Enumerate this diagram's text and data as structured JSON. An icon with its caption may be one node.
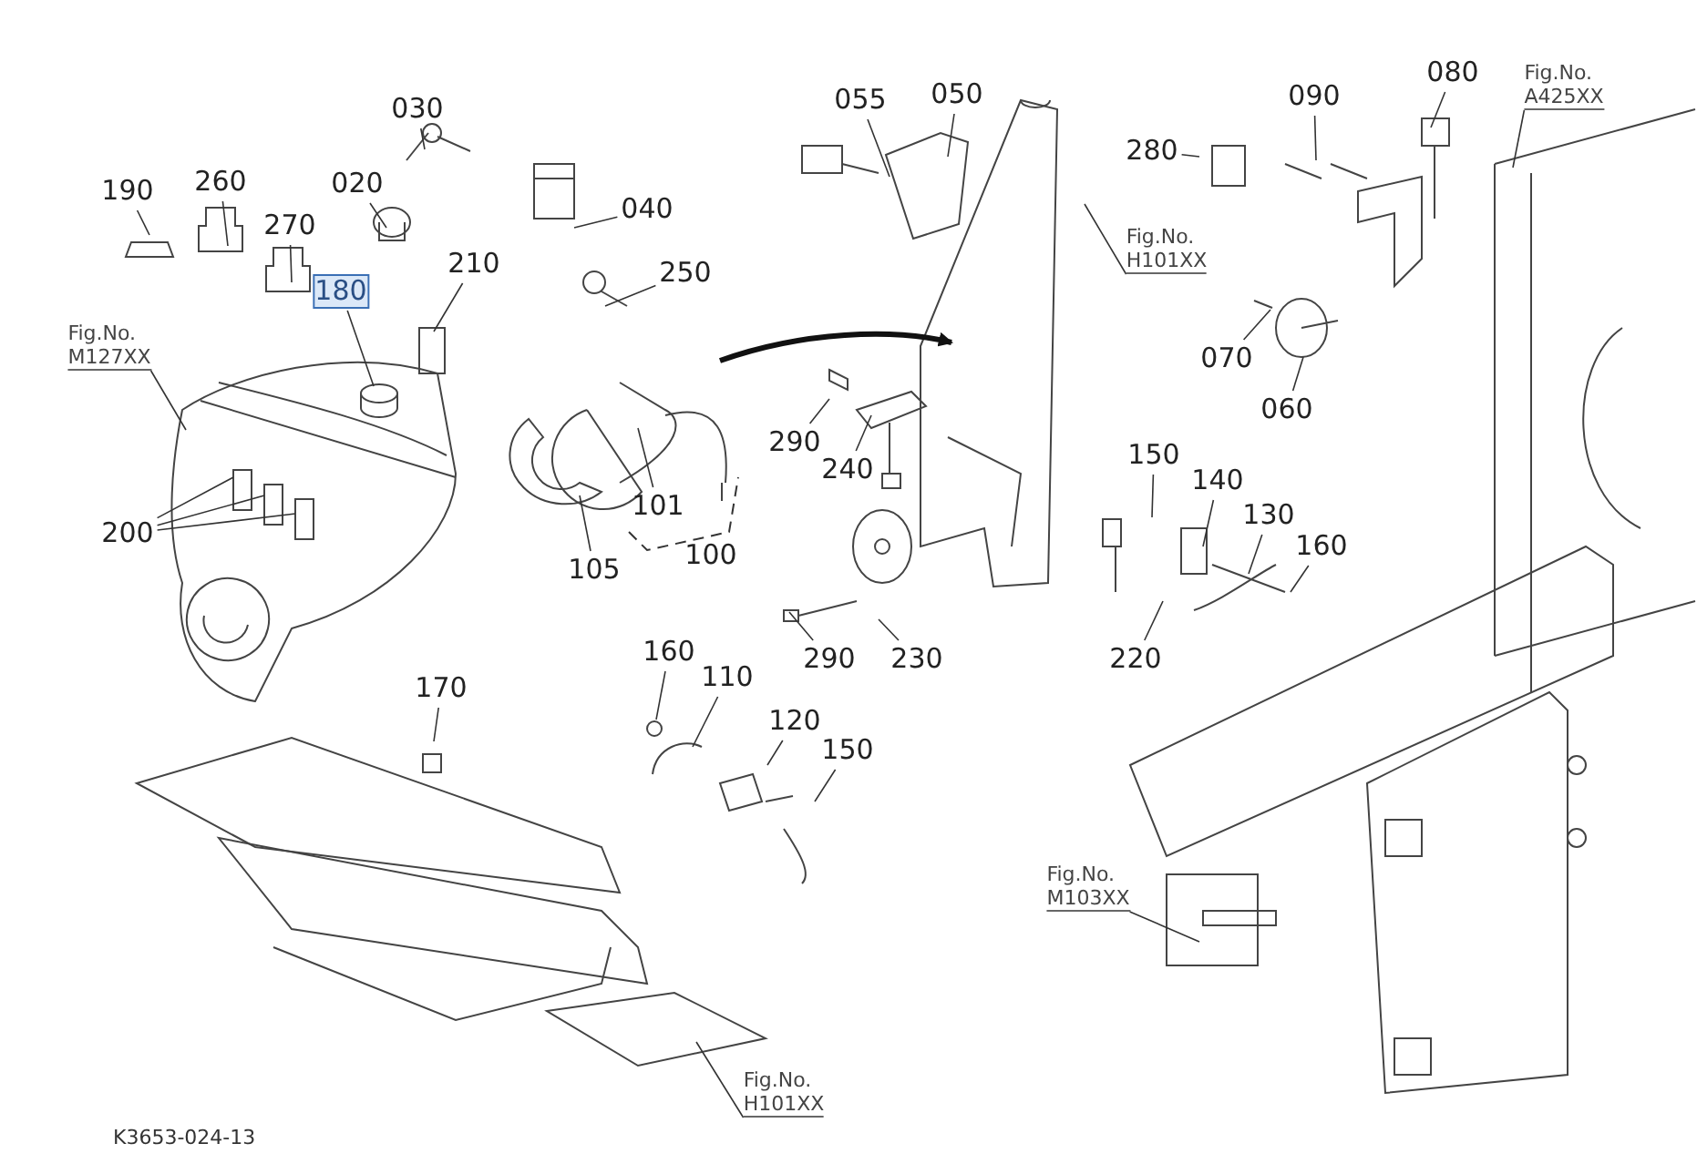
{
  "diagram": {
    "nodes": [
      {
        "text": [
          "030"
        ]
      },
      {
        "text": [
          "190"
        ]
      },
      {
        "text": [
          "260"
        ]
      },
      {
        "text": [
          "020"
        ]
      },
      {
        "text": [
          "270"
        ]
      },
      {
        "text": [
          "040"
        ]
      },
      {
        "text": [
          "180"
        ]
      },
      {
        "text": [
          "210"
        ]
      },
      {
        "text": [
          "250"
        ]
      },
      {
        "text": [
          "Fig.No. M127XX"
        ]
      },
      {
        "text": [
          "200"
        ]
      },
      {
        "text": [
          "101"
        ]
      },
      {
        "text": [
          "105"
        ]
      },
      {
        "text": [
          "100"
        ]
      },
      {
        "text": [
          "055"
        ]
      },
      {
        "text": [
          "050"
        ]
      },
      {
        "text": [
          "Fig.No. H101XX"
        ]
      },
      {
        "text": [
          "280"
        ]
      },
      {
        "text": [
          "090"
        ]
      },
      {
        "text": [
          "080"
        ]
      },
      {
        "text": [
          "Fig.No. A425XX"
        ]
      },
      {
        "text": [
          "070"
        ]
      },
      {
        "text": [
          "060"
        ]
      },
      {
        "text": [
          "290"
        ]
      },
      {
        "text": [
          "240"
        ]
      },
      {
        "text": [
          "150"
        ]
      },
      {
        "text": [
          "140"
        ]
      },
      {
        "text": [
          "130"
        ]
      },
      {
        "text": [
          "160"
        ]
      },
      {
        "text": [
          "220"
        ]
      },
      {
        "text": [
          "290"
        ]
      },
      {
        "text": [
          "230"
        ]
      },
      {
        "text": [
          "160"
        ]
      },
      {
        "text": [
          "110"
        ]
      },
      {
        "text": [
          "170"
        ]
      },
      {
        "text": [
          "120"
        ]
      },
      {
        "text": [
          "150"
        ]
      },
      {
        "text": [
          "Fig.No. M103XX"
        ]
      },
      {
        "text": [
          "Fig.No. H101XX"
        ]
      }
    ],
    "edges": [
      {
        "from": 0,
        "to": null,
        "arrow": "none"
      },
      {
        "from": 1,
        "to": null,
        "arrow": "none"
      },
      {
        "from": 2,
        "to": null,
        "arrow": "none"
      },
      {
        "from": 3,
        "to": null,
        "arrow": "none"
      },
      {
        "from": 4,
        "to": null,
        "arrow": "none"
      },
      {
        "from": 5,
        "to": null,
        "arrow": "none"
      },
      {
        "from": 6,
        "to": null,
        "arrow": "none"
      },
      {
        "from": 7,
        "to": null,
        "arrow": "none"
      },
      {
        "from": 8,
        "to": null,
        "arrow": "none"
      },
      {
        "from": 9,
        "to": null,
        "arrow": "none"
      },
      {
        "from": 10,
        "to": null,
        "arrow": "none"
      },
      {
        "from": 10,
        "to": null,
        "arrow": "none"
      },
      {
        "from": 10,
        "to": null,
        "arrow": "none"
      },
      {
        "from": 11,
        "to": null,
        "arrow": "none"
      },
      {
        "from": 12,
        "to": null,
        "arrow": "none"
      },
      {
        "from": 14,
        "to": null,
        "arrow": "none"
      },
      {
        "from": 15,
        "to": null,
        "arrow": "none"
      },
      {
        "from": 16,
        "to": null,
        "arrow": "none"
      },
      {
        "from": 17,
        "to": null,
        "arrow": "none"
      },
      {
        "from": 18,
        "to": null,
        "arrow": "none"
      },
      {
        "from": 19,
        "to": null,
        "arrow": "none"
      },
      {
        "from": 20,
        "to": null,
        "arrow": "none"
      },
      {
        "from": 21,
        "to": null,
        "arrow": "none"
      },
      {
        "from": 22,
        "to": null,
        "arrow": "none"
      },
      {
        "from": 23,
        "to": null,
        "arrow": "none"
      },
      {
        "from": 24,
        "to": null,
        "arrow": "none"
      },
      {
        "from": 25,
        "to": null,
        "arrow": "none"
      },
      {
        "from": 26,
        "to": null,
        "arrow": "none"
      },
      {
        "from": 27,
        "to": null,
        "arrow": "none"
      },
      {
        "from": 28,
        "to": null,
        "arrow": "none"
      },
      {
        "from": 29,
        "to": null,
        "arrow": "none"
      },
      {
        "from": 30,
        "to": null,
        "arrow": "none"
      },
      {
        "from": 31,
        "to": null,
        "arrow": "none"
      },
      {
        "from": 32,
        "to": null,
        "arrow": "none"
      },
      {
        "from": 33,
        "to": null,
        "arrow": "none"
      },
      {
        "from": 34,
        "to": null,
        "arrow": "none"
      },
      {
        "from": 35,
        "to": null,
        "arrow": "none"
      },
      {
        "from": 36,
        "to": null,
        "arrow": "none"
      },
      {
        "from": 37,
        "to": null,
        "arrow": "none"
      },
      {
        "from": 38,
        "to": null,
        "arrow": "none"
      }
    ],
    "labels": [
      "K3653-024-13"
    ]
  }
}
